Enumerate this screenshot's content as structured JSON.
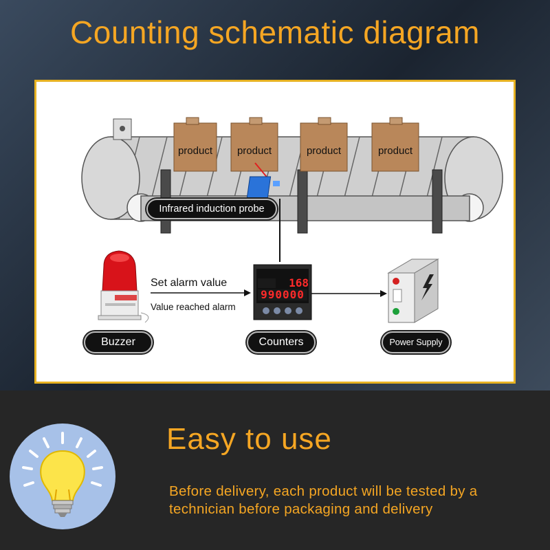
{
  "title": "Counting schematic diagram",
  "diagram": {
    "boxes": [
      "product",
      "product",
      "product",
      "product"
    ],
    "probe_label": "Infrared induction probe",
    "set_alarm": "Set alarm value",
    "value_reached": "Value reached alarm",
    "buzzer_label": "Buzzer",
    "counters_label": "Counters",
    "power_label": "Power Supply",
    "counter_top": "168",
    "counter_bottom": "990000"
  },
  "feature": {
    "heading": "Easy to use",
    "description": "Before delivery, each product will be tested by a technician before packaging and delivery"
  },
  "colors": {
    "accent": "#f5a623",
    "frame": "#e7b222",
    "bulb_bg": "#a7c1e8"
  },
  "icons": [
    "lightbulb-icon",
    "buzzer-icon",
    "counter-device-icon",
    "power-supply-icon",
    "infrared-probe-icon"
  ]
}
